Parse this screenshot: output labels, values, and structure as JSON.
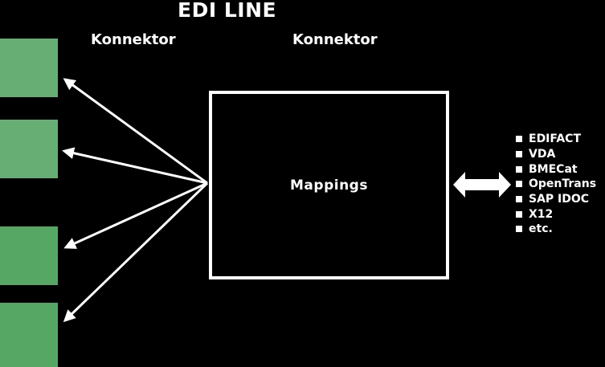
{
  "diagram": {
    "title": "EDI LINE",
    "connectors": {
      "left_label": "Konnektor",
      "right_label": "Konnektor"
    },
    "mappings_box": {
      "label": "Mappings"
    },
    "partners": {
      "count": 4,
      "note_colors": {
        "top_green": "#66AE74",
        "bottom_green": "#56A764"
      }
    },
    "formats": {
      "items": [
        "EDIFACT",
        "VDA",
        "BMECat",
        "OpenTrans",
        "SAP IDOC",
        "X12",
        "etc."
      ]
    },
    "colors": {
      "background": "#000000",
      "foreground": "#FFFFFF",
      "arrow": "#FFFFFF"
    }
  }
}
